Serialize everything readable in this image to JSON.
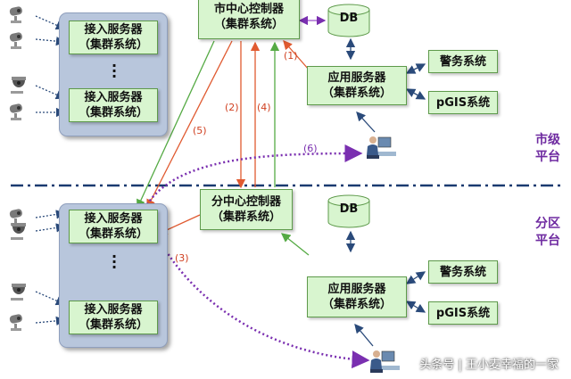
{
  "city": {
    "controller": {
      "line1": "市中心控制器",
      "line2": "（集群系统）"
    },
    "access_server_1": {
      "line1": "接入服务器",
      "line2": "（集群系统）"
    },
    "access_server_2": {
      "line1": "接入服务器",
      "line2": "（集群系统）"
    },
    "db_label": "DB",
    "app_server": {
      "line1": "应用服务器",
      "line2": "（集群系统）"
    },
    "police_system": "警务系统",
    "pgis_system": "pGIS系统"
  },
  "district": {
    "controller": {
      "line1": "分中心控制器",
      "line2": "（集群系统）"
    },
    "access_server_1": {
      "line1": "接入服务器",
      "line2": "（集群系统）"
    },
    "access_server_2": {
      "line1": "接入服务器",
      "line2": "（集群系统）"
    },
    "db_label": "DB",
    "app_server": {
      "line1": "应用服务器",
      "line2": "（集群系统）"
    },
    "police_system": "警务系统",
    "pgis_system": "pGIS系统"
  },
  "flow_labels": {
    "f1": "(1)",
    "f2": "(2)",
    "f3": "(3)",
    "f4": "(4)",
    "f5": "(5)",
    "f6": "(6)"
  },
  "levels": {
    "city_line1": "市级",
    "city_line2": "平台",
    "district_line1": "分区",
    "district_line2": "平台"
  },
  "watermark": "头条号 | 王小麦幸福的一家",
  "colors": {
    "box_fill": "#d8f5cf",
    "cluster_fill": "#b8c6dc",
    "flow_red": "#e05a30",
    "flow_green": "#55aa44",
    "flow_purple": "#7a2fb0",
    "separator": "#1a3a70"
  }
}
